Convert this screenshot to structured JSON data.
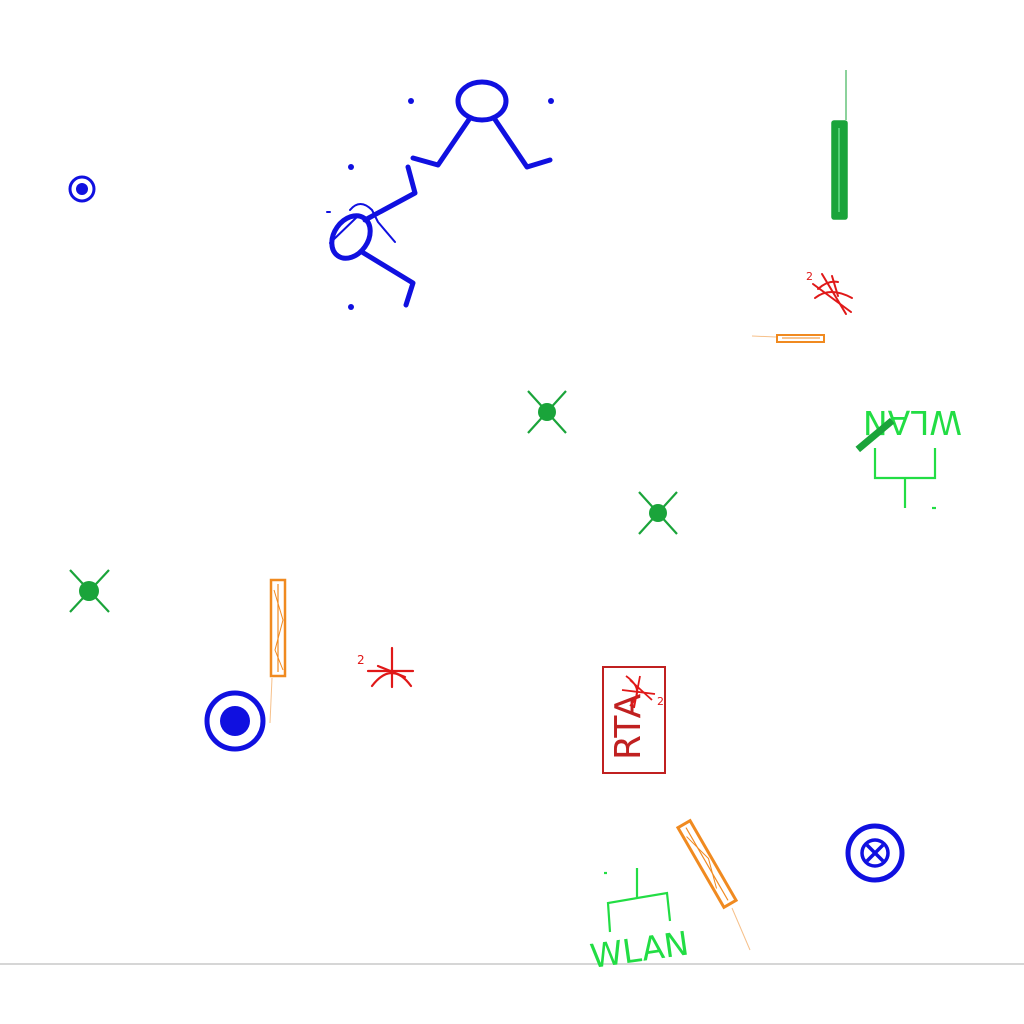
{
  "colors": {
    "background": "#ffffff",
    "blue": "#1010e0",
    "green_dark": "#1aa43a",
    "green_light": "#22dd44",
    "red": "#e01818",
    "red_dark": "#c02020",
    "orange": "#f08a20",
    "orange_faint": "#f6c08a",
    "frame_line": "#c8c8c8"
  },
  "labels": {
    "wlan_bottom": "WLAN",
    "wlan_top": "WLAN",
    "rta_box": "RTA",
    "superscript_1": "2",
    "superscript_2": "2",
    "superscript_3": "2"
  },
  "symbols": [
    {
      "name": "stick-figure-large",
      "icon": "person-icon"
    },
    {
      "name": "stick-figure-small",
      "icon": "person-icon"
    },
    {
      "name": "ceiling-light-1",
      "icon": "light-x-icon"
    },
    {
      "name": "ceiling-light-2",
      "icon": "light-x-icon"
    },
    {
      "name": "ceiling-light-3",
      "icon": "light-x-icon"
    },
    {
      "name": "socket-small",
      "icon": "socket-dot-icon"
    },
    {
      "name": "socket-large",
      "icon": "socket-dot-icon"
    },
    {
      "name": "lamp-cross",
      "icon": "circle-x-icon"
    },
    {
      "name": "antenna-1",
      "icon": "antenna-icon"
    },
    {
      "name": "antenna-2",
      "icon": "antenna-icon"
    },
    {
      "name": "rta-box",
      "icon": "rta-icon"
    },
    {
      "name": "wlan-bottom",
      "icon": "wlan-icon"
    },
    {
      "name": "wlan-top",
      "icon": "wlan-icon"
    },
    {
      "name": "window-1",
      "icon": "window-icon"
    },
    {
      "name": "window-2",
      "icon": "window-icon"
    },
    {
      "name": "window-3",
      "icon": "window-icon"
    },
    {
      "name": "window-4",
      "icon": "window-icon"
    },
    {
      "name": "window-5",
      "icon": "window-icon"
    }
  ]
}
